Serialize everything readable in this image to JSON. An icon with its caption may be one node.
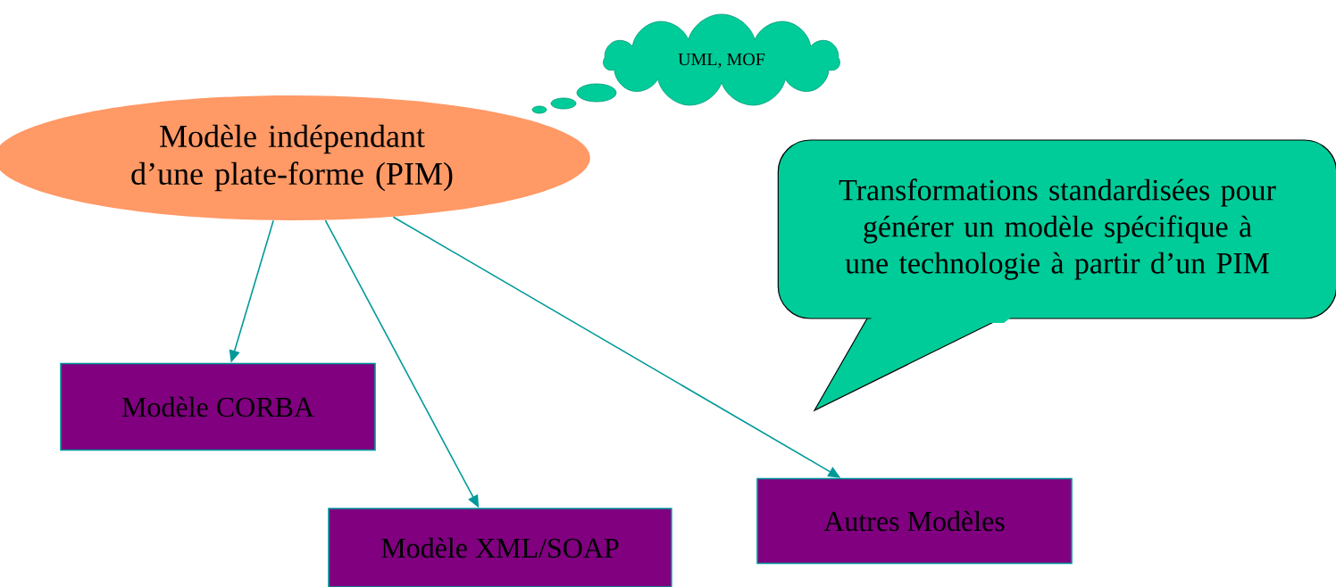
{
  "diagram": {
    "nodes": [
      {
        "text": [
          "Modèle indépendant d’une plate-forme (PIM)"
        ]
      },
      {
        "text": [
          "UML, MOF"
        ]
      },
      {
        "text": [
          "Transformations standardisées pour générer un modèle spécifique à une technologie à partir d’un PIM"
        ]
      },
      {
        "text": [
          "Modèle CORBA"
        ]
      },
      {
        "text": [
          "Modèle XML/SOAP"
        ]
      },
      {
        "text": [
          "Autres Modèles"
        ]
      }
    ],
    "edges": [
      {
        "from": 0,
        "to": 3,
        "arrow": "to"
      },
      {
        "from": 0,
        "to": 4,
        "arrow": "to"
      },
      {
        "from": 0,
        "to": 5,
        "arrow": "to"
      }
    ]
  }
}
